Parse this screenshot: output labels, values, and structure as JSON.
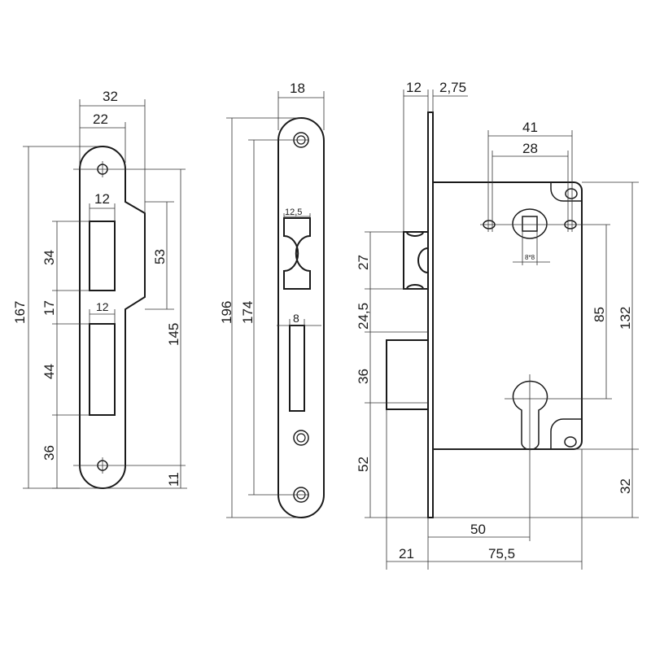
{
  "strike_plate": {
    "dims": {
      "width_total": "32",
      "width_body": "22",
      "height_total": "167",
      "slot_width_top": "12",
      "slot_height_top": "34",
      "gap": "17",
      "slot_width_bottom": "12",
      "slot_height_bottom": "44",
      "bottom_offset": "36",
      "notch_height": "53",
      "hole_spacing": "145",
      "hole_offset": "11"
    }
  },
  "faceplate": {
    "dims": {
      "width": "18",
      "height": "196",
      "hole_spacing": "174",
      "latch_slot_width": "12,5",
      "bolt_slot_width": "8"
    }
  },
  "lock_body": {
    "dims": {
      "latch_projection": "12",
      "faceplate_thickness": "2,75",
      "hole_spacing_outer": "41",
      "hole_spacing_inner": "28",
      "spindle_square": "8*8",
      "centre_distance": "85",
      "case_height": "132",
      "bottom_offset": "32",
      "latch_height": "27",
      "gap": "24,5",
      "bolt_height": "36",
      "bolt_offset": "52",
      "backset": "50",
      "case_depth": "75,5",
      "bolt_projection": "21"
    }
  }
}
